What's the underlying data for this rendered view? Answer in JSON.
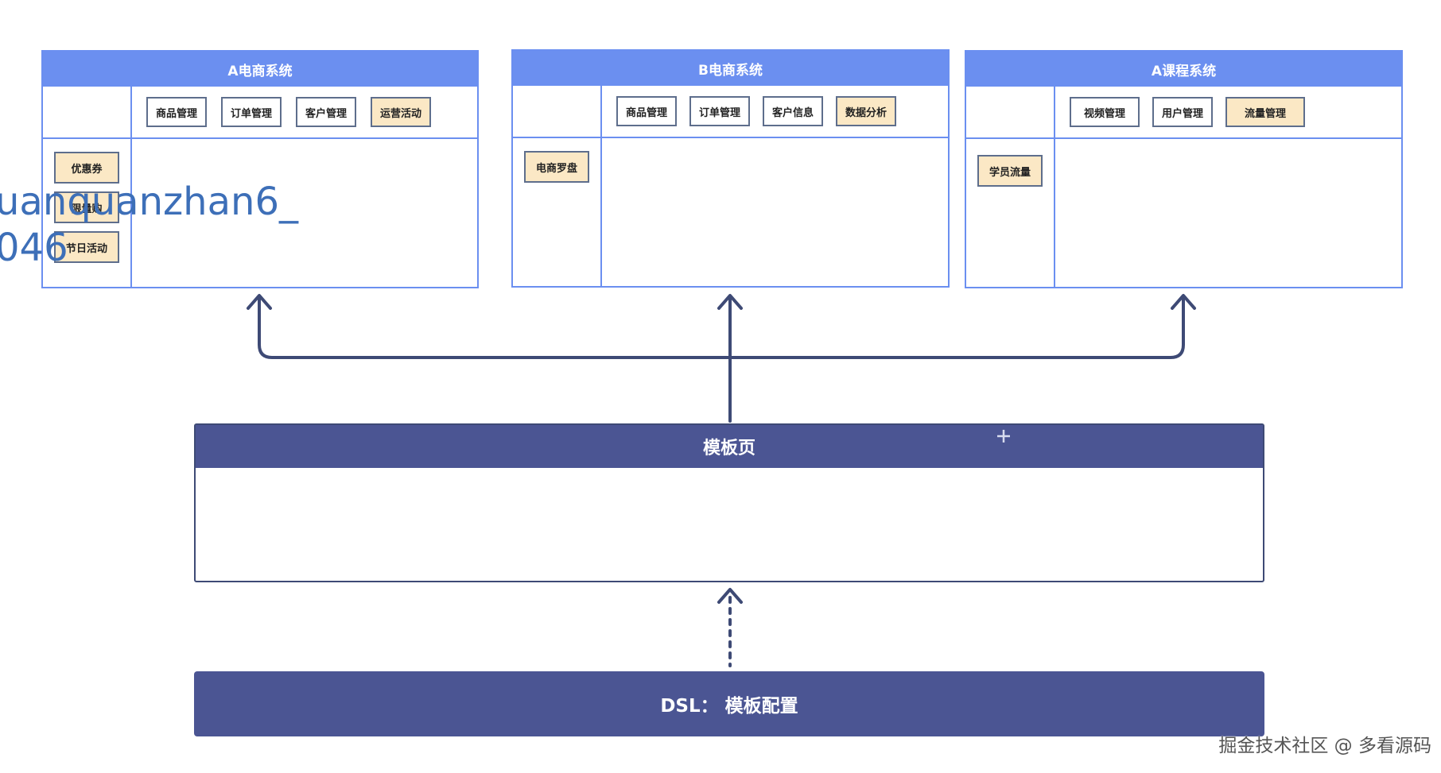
{
  "systems": [
    {
      "title": "A电商系统",
      "top_items": [
        {
          "label": "商品管理",
          "highlight": false
        },
        {
          "label": "订单管理",
          "highlight": false
        },
        {
          "label": "客户管理",
          "highlight": false
        },
        {
          "label": "运营活动",
          "highlight": true
        }
      ],
      "side_items": [
        "优惠券",
        "限量购",
        "节日活动"
      ]
    },
    {
      "title": "B电商系统",
      "top_items": [
        {
          "label": "商品管理",
          "highlight": false
        },
        {
          "label": "订单管理",
          "highlight": false
        },
        {
          "label": "客户信息",
          "highlight": false
        },
        {
          "label": "数据分析",
          "highlight": true
        }
      ],
      "side_items": [
        "电商罗盘"
      ]
    },
    {
      "title": "A课程系统",
      "top_items": [
        {
          "label": "视频管理",
          "highlight": false
        },
        {
          "label": "用户管理",
          "highlight": false
        },
        {
          "label": "流量管理",
          "highlight": true
        }
      ],
      "side_items": [
        "学员流量"
      ]
    }
  ],
  "template": {
    "title": "模板页"
  },
  "dsl": {
    "label": "DSL：  模板配置"
  },
  "watermark": {
    "line1": "uanquanzhan6_",
    "line2": "046"
  },
  "footer": {
    "text": "掘金技术社区 @ 多看源码"
  },
  "colors": {
    "system_header": "#6b8ff0",
    "template_header": "#4b5593",
    "highlight_chip": "#fbe8c5",
    "connector": "#3e4a75"
  }
}
